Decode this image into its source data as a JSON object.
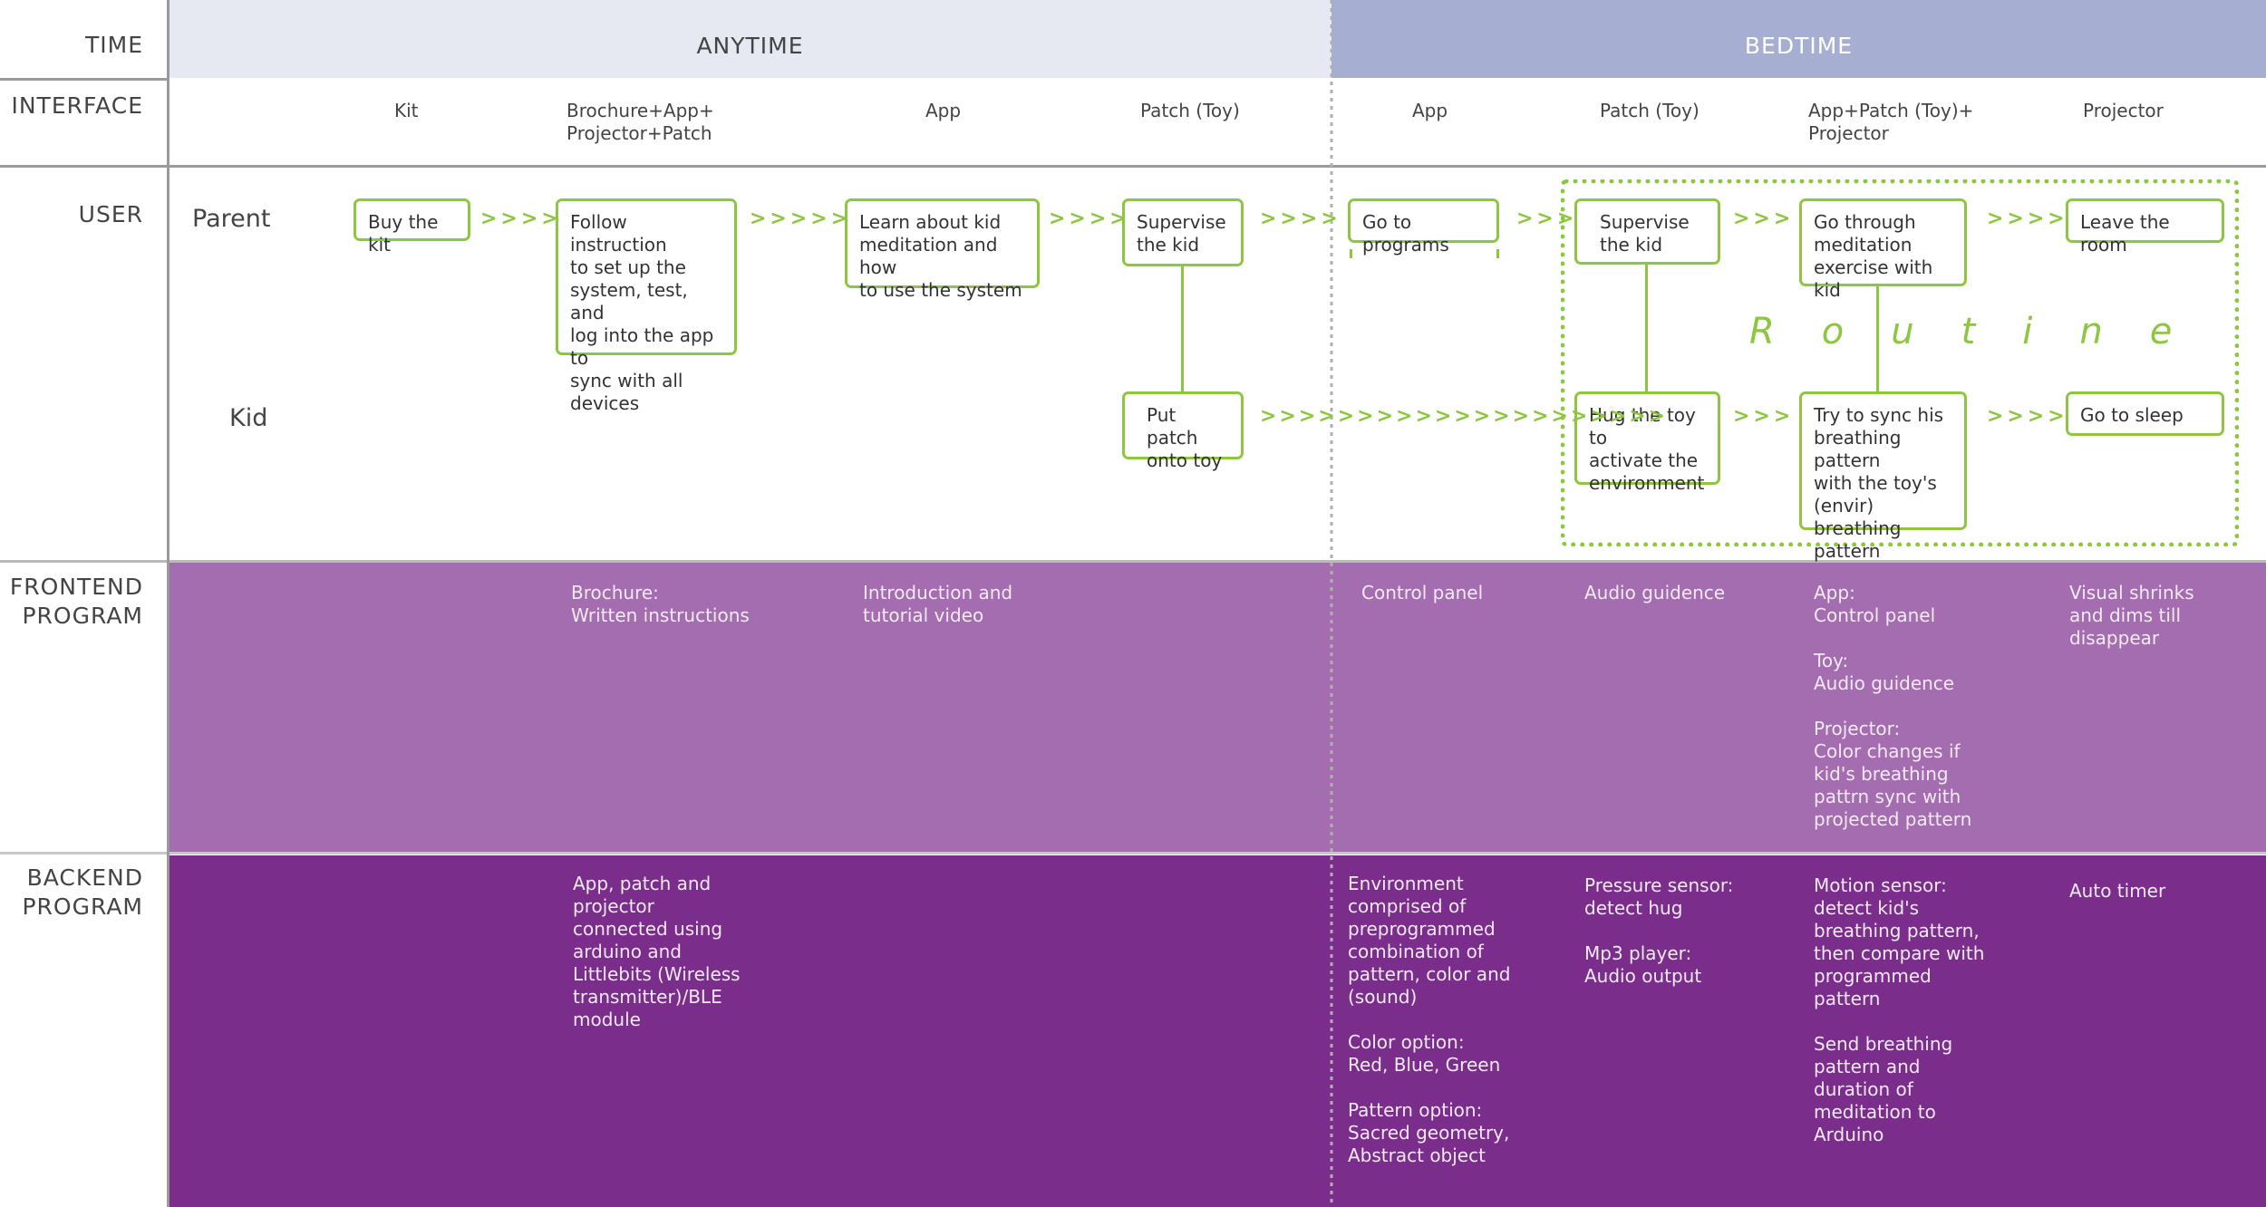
{
  "colors": {
    "anytime_bg": "#e6e9f2",
    "bedtime_bg": "#a6afd2",
    "frontend_bg": "#a46daf",
    "backend_bg": "#7b2d8b",
    "accent_green": "#8dc63f"
  },
  "row_labels": {
    "time": "TIME",
    "interface": "INTERFACE",
    "user": "USER",
    "frontend": "FRONTEND\nPROGRAM",
    "backend": "BACKEND\nPROGRAM"
  },
  "phases": {
    "anytime": "ANYTIME",
    "bedtime": "BEDTIME"
  },
  "interfaces": [
    "Kit",
    "Brochure+App+\nProjector+Patch",
    "App",
    "Patch (Toy)",
    "App",
    "Patch (Toy)",
    "App+Patch (Toy)+\nProjector",
    "Projector"
  ],
  "users": {
    "parent": "Parent",
    "kid": "Kid"
  },
  "parent_actions": [
    "Buy the kit",
    "Follow instruction\nto set up the\nsystem, test, and\nlog into the app to\nsync with all\ndevices",
    "Learn about kid\nmeditation and how\nto use the system",
    "Supervise\nthe kid",
    "Go to programs",
    "Supervise\nthe kid",
    "Go through\nmeditation\nexercise with kid",
    "Leave the room"
  ],
  "kid_actions": [
    "Put patch\nonto toy",
    "Hug the toy to\nactivate the\nenvironment",
    "Try to sync his\nbreathing pattern\nwith the toy's\n(envir) breathing\npattern",
    "Go to sleep"
  ],
  "arrows": {
    "p1": ">>>>",
    "p2": ">>>>>",
    "p3": ">>>>",
    "p4": ">>>>",
    "p5": ">>>",
    "p6": ">>>",
    "p7": ">>>>",
    "k1": ">>>>>>>>>>>>>>>>>>>>>",
    "k2": ">>>",
    "k3": ">>>>"
  },
  "routine_label": "Routine",
  "frontend": [
    "Brochure:\nWritten instructions",
    "Introduction and\ntutorial video",
    "Control panel",
    "Audio guidence",
    "App:\nControl panel\n\nToy:\nAudio guidence\n\nProjector:\nColor changes if\nkid's breathing\npattrn sync with\nprojected pattern",
    "Visual shrinks\nand dims till\ndisappear"
  ],
  "backend": [
    "App, patch and\nprojector\nconnected using\narduino and\nLittlebits (Wireless\ntransmitter)/BLE\nmodule",
    "Environment\ncomprised of\npreprogrammed\ncombination of\npattern, color and\n(sound)\n\nColor option:\nRed, Blue, Green\n\nPattern option:\nSacred geometry,\nAbstract object",
    "Pressure sensor:\ndetect hug\n\nMp3 player:\nAudio output",
    "Motion sensor:\ndetect kid's\nbreathing pattern,\nthen compare with\nprogrammed\npattern\n\nSend breathing\npattern and\nduration of\nmeditation to\nArduino",
    "Auto timer"
  ]
}
